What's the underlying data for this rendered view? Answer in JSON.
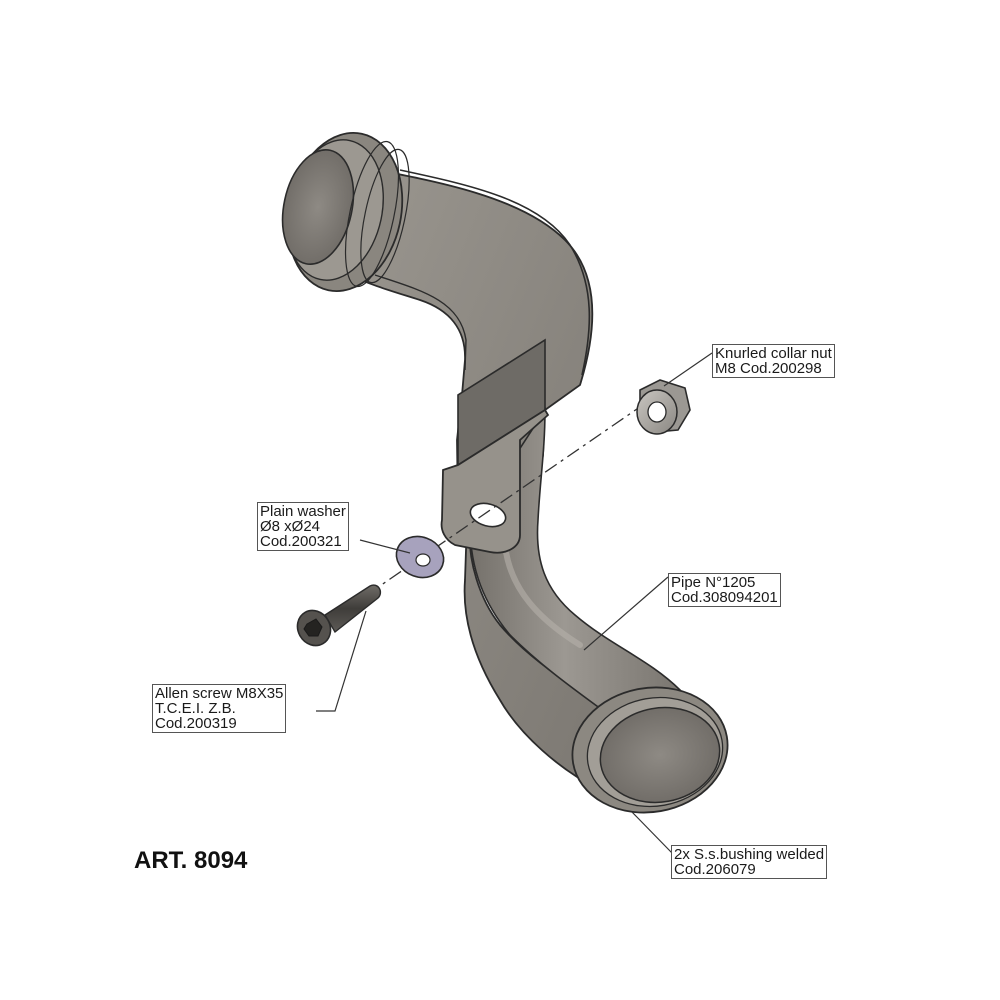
{
  "title": "ART. 8094",
  "callouts": {
    "collar_nut": {
      "line1": "Knurled collar nut",
      "line2": "M8 Cod.200298"
    },
    "washer": {
      "line1": "Plain washer",
      "line2": "Ø8 xØ24",
      "line3": "Cod.200321"
    },
    "pipe": {
      "line1": "Pipe N°1205",
      "line2": "Cod.308094201"
    },
    "screw": {
      "line1": "Allen screw M8X35",
      "line2": "T.C.E.I. Z.B.",
      "line3": "Cod.200319"
    },
    "bushing": {
      "line1": "2x S.s.bushing welded",
      "line2": "Cod.206079"
    }
  },
  "colors": {
    "pipe_body": "#8d8983",
    "pipe_shadow": "#6a6761",
    "pipe_highlight": "#b3afa8",
    "washer": "#a7a2bd",
    "outline": "#2b2b2b"
  }
}
